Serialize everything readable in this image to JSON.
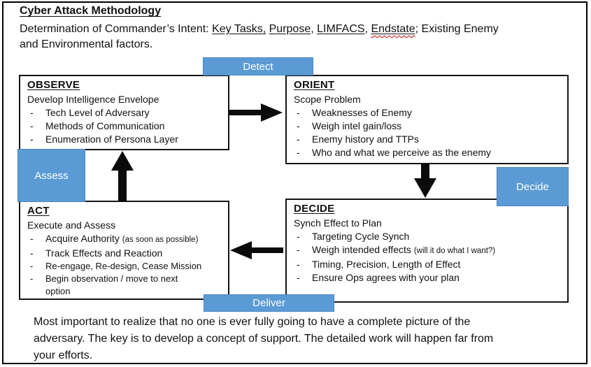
{
  "header": {
    "title": "Cyber Attack Methodology",
    "subtitle": {
      "prefix": "Determination of Commander’s Intent: ",
      "key_tasks": "Key Tasks,",
      "sep1": " ",
      "purpose": "Purpose",
      "sep2": ", ",
      "limfacs": "LIMFACS",
      "sep3": ", ",
      "endstate": "Endstate",
      "suffix": "; Existing Enemy and Environmental factors."
    }
  },
  "labels": {
    "detect": "Detect",
    "decide": "Decide",
    "deliver": "Deliver",
    "assess": "Assess"
  },
  "loop": {
    "observe": {
      "heading": "OBSERVE",
      "subheading": "Develop Intelligence Envelope",
      "bullets": [
        {
          "text": "Tech Level of Adversary"
        },
        {
          "text": "Methods of Communication"
        },
        {
          "text": "Enumeration of Persona Layer"
        }
      ]
    },
    "orient": {
      "heading": "ORIENT",
      "subheading": "Scope Problem",
      "bullets": [
        {
          "text": "Weaknesses of Enemy"
        },
        {
          "text": "Weigh intel gain/loss"
        },
        {
          "text": "Enemy history and TTPs"
        },
        {
          "text": "Who and what we perceive as the enemy"
        }
      ]
    },
    "decide": {
      "heading": "DECIDE",
      "subheading": "Synch Effect to Plan",
      "bullets": [
        {
          "text": "Targeting Cycle Synch"
        },
        {
          "text": "Weigh intended effects ",
          "note": "(will it do what I want?)"
        },
        {
          "text": "Timing, Precision, Length of Effect"
        },
        {
          "text": "Ensure Ops agrees with your plan"
        }
      ]
    },
    "act": {
      "heading": "ACT",
      "subheading": "Execute and Assess",
      "bullets": [
        {
          "text": "Acquire Authority ",
          "note": "(as soon as possible)"
        },
        {
          "text": "Track Effects and Reaction"
        },
        {
          "text": "Re-engage, Re-design, Cease Mission"
        },
        {
          "text": "Begin observation / move to next option"
        }
      ]
    }
  },
  "footer": {
    "text": "Most important to realize that no one is ever fully going to have a complete picture of the adversary.  The key is to develop a concept of support.  The detailed work will happen far from your efforts."
  },
  "ui": {
    "bullet_char": "-"
  },
  "colors": {
    "accent_blue": "#5b9bd5",
    "accent_blue_border": "#4a86c0",
    "arrow_black": "#0b0b0b",
    "border_black": "#000000"
  }
}
